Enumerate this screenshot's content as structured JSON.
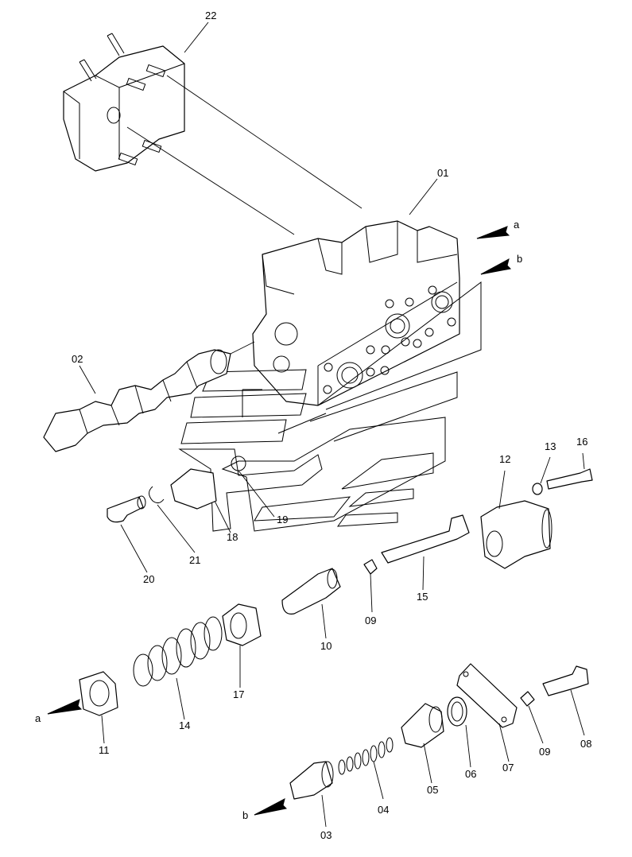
{
  "parts": [
    {
      "id": "22",
      "label": "22"
    },
    {
      "id": "01",
      "label": "01"
    },
    {
      "id": "02",
      "label": "02"
    },
    {
      "id": "12",
      "label": "12"
    },
    {
      "id": "13",
      "label": "13"
    },
    {
      "id": "16",
      "label": "16"
    },
    {
      "id": "19",
      "label": "19"
    },
    {
      "id": "18",
      "label": "18"
    },
    {
      "id": "21",
      "label": "21"
    },
    {
      "id": "20",
      "label": "20"
    },
    {
      "id": "15",
      "label": "15"
    },
    {
      "id": "09a",
      "label": "09"
    },
    {
      "id": "10",
      "label": "10"
    },
    {
      "id": "17",
      "label": "17"
    },
    {
      "id": "14",
      "label": "14"
    },
    {
      "id": "11",
      "label": "11"
    },
    {
      "id": "07",
      "label": "07"
    },
    {
      "id": "09b",
      "label": "09"
    },
    {
      "id": "08",
      "label": "08"
    },
    {
      "id": "06",
      "label": "06"
    },
    {
      "id": "05",
      "label": "05"
    },
    {
      "id": "04",
      "label": "04"
    },
    {
      "id": "03",
      "label": "03"
    }
  ],
  "arrows": [
    {
      "id": "a_top",
      "label": "a"
    },
    {
      "id": "b_top",
      "label": "b"
    },
    {
      "id": "a_left",
      "label": "a"
    },
    {
      "id": "b_bottom",
      "label": "b"
    }
  ]
}
